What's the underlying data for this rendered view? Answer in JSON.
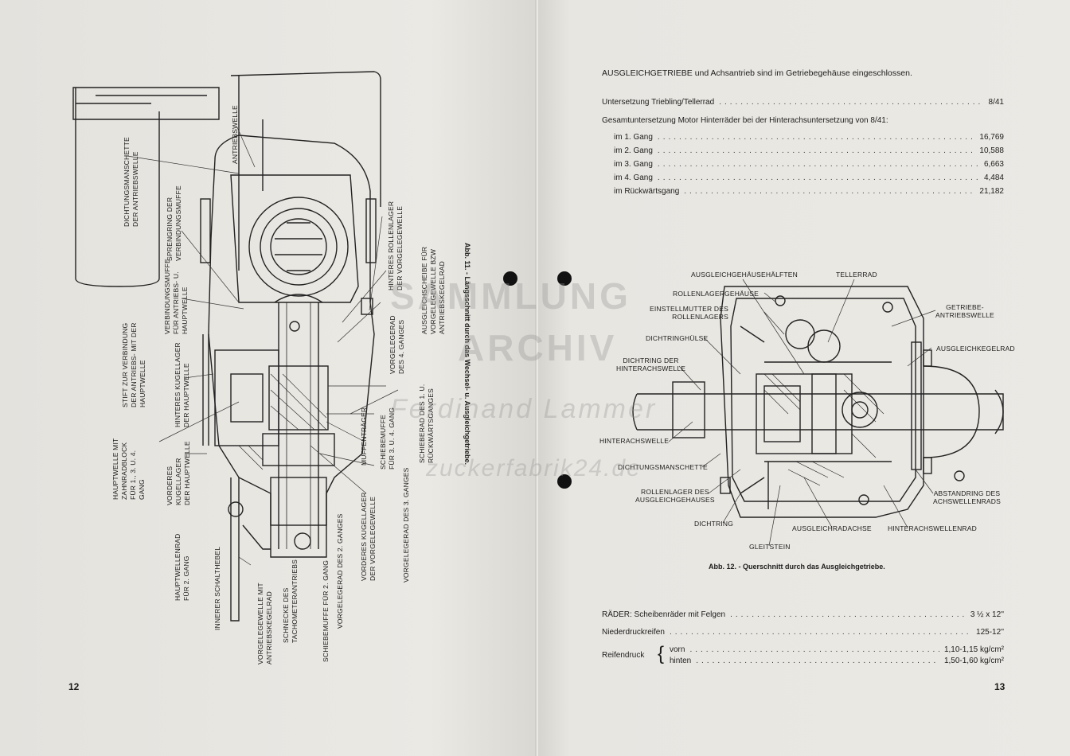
{
  "left": {
    "page_number": "12",
    "caption": "Abb. 11. - Längsschnitt durch das Wechsel- u. Ausgleichgetriebe.",
    "labels": {
      "antriebswelle": "ANTRIEBSWELLE",
      "dichtungsmanschette_1": "DICHTUNGSMANSCHETTE",
      "dichtungsmanschette_2": "DER ANTRIEBSWELLE",
      "sprengring_1": "SPRENGRING DER",
      "sprengring_2": "VERBINDUNGSMUFFE",
      "verbindungsmuffe_1": "VERBINDUNGSMUFFE",
      "verbindungsmuffe_2": "FÜR ANTRIEBS- U.",
      "verbindungsmuffe_3": "HAUPTWELLE",
      "stift_1": "STIFT ZUR VERBINDUNG",
      "stift_2": "DER ANTRIEBS- MIT DER",
      "stift_3": "HAUPTWELLE",
      "hinteres_kugellager_1": "HINTERES KUGELLAGER",
      "hinteres_kugellager_2": "DER HAUPTWELLE",
      "hauptwelle_1": "HAUPTWELLE MIT",
      "hauptwelle_2": "ZAHNRADBLOCK",
      "hauptwelle_3": "FÜR 1., 3. U. 4.",
      "hauptwelle_4": "GANG",
      "vorderes_kugellager_1": "VORDERES",
      "vorderes_kugellager_2": "KUGELLAGER",
      "vorderes_kugellager_3": "DER HAUPTWELLE",
      "hauptwellenrad_1": "HAUPTWELLENRAD",
      "hauptwellenrad_2": "FÜR 2. GANG",
      "schalthebel": "INNERER SCHALTHEBEL",
      "vorgelegewelle_1": "VORGELEGEWELLE MIT",
      "vorgelegewelle_2": "ANTRIEBSKEGELRAD",
      "schnecke_1": "SCHNECKE DES",
      "schnecke_2": "TACHOMETERANTRIEBS",
      "schiebemuffe_2_gang": "SCHIEBEMUFFE FÜR 2. GANG",
      "vorgelegerad_2_gang": "VORGELEGERAD DES 2. GANGES",
      "vorderes_kugellager_vg_1": "VORDERES KUGELLAGER",
      "vorderes_kugellager_vg_2": "DER VORGELEGEWELLE",
      "vorgelegerad_3_gang": "VORGELEGERAD DES 3. GANGES",
      "muffentraeger": "MUFFENTRÄGER",
      "schiebemuffe_1": "SCHIEBEMUFFE",
      "schiebemuffe_2": "FÜR 3. U. 4. GANG",
      "schieberad_1": "SCHIEBERAD DES 1. U.",
      "schieberad_2": "RÜCKWÄRTSGANGES",
      "vorgelegerad_4_1": "VORGELEGERAD",
      "vorgelegerad_4_2": "DES 4. GANGES",
      "hinteres_rollenlager_1": "HINTERES ROLLENLAGER",
      "hinteres_rollenlager_2": "DER VORGELEGEWELLE",
      "ausgleichscheibe_1": "AUSGLEICHSCHEIBE FÜR",
      "ausgleichscheibe_2": "VORGELEGEWELLE BZW",
      "ausgleichscheibe_3": "ANTRIEBSKEGELRAD"
    }
  },
  "right": {
    "page_number": "13",
    "intro": "AUSGLEICHGETRIEBE und Achsantrieb sind im Getriebegehäuse eingeschlossen.",
    "untersetzung": {
      "label": "Untersetzung Triebling/Tellerrad",
      "value": "8/41"
    },
    "gesamt_heading": "Gesamtuntersetzung Motor Hinterräder bei der Hinterachsuntersetzung von 8/41:",
    "gears": [
      {
        "label": "im 1. Gang",
        "value": "16,769"
      },
      {
        "label": "im 2. Gang",
        "value": "10,588"
      },
      {
        "label": "im 3. Gang",
        "value": "6,663"
      },
      {
        "label": "im 4. Gang",
        "value": "4,484"
      },
      {
        "label": "im Rückwärtsgang",
        "value": "21,182"
      }
    ],
    "figure_caption": "Abb. 12. - Querschnitt durch das Ausgleichgetriebe.",
    "labels": {
      "ausgleichgehaeusehaelften": "AUSGLEICHGEHÄUSEHÄLFTEN",
      "tellerrad": "TELLERRAD",
      "rollenlagergehaeuse": "ROLLENLAGERGEHÄUSE",
      "einstellmutter_1": "EINSTELLMUTTER DES",
      "einstellmutter_2": "ROLLENLAGERS",
      "getriebe_1": "GETRIEBE-",
      "getriebe_2": "ANTRIEBSWELLE",
      "dichtringhuelse": "DICHTRINGHÜLSE",
      "ausgleichkegelrad": "AUSGLEICHKEGELRAD",
      "dichtring_hinterachswelle_1": "DICHTRING DER",
      "dichtring_hinterachswelle_2": "HINTERACHSWELLE",
      "hinterachswelle": "HINTERACHSWELLE",
      "dichtungsmanschette": "DICHTUNGSMANSCHETTE",
      "rollenlager_1": "ROLLENLAGER DES",
      "rollenlager_2": "AUSGLEICHGEHAUSES",
      "abstandring_1": "ABSTANDRING DES",
      "abstandring_2": "ACHSWELLENRADS",
      "dichtring": "DICHTRING",
      "ausgleichradachse": "AUSGLEICHRADACHSE",
      "hinterachswellenrad": "HINTERACHSWELLENRAD",
      "gleitstein": "GLEITSTEIN"
    },
    "raeder": {
      "label": "RÄDER: Scheibenräder mit Felgen",
      "value": "3 ½ x 12''"
    },
    "reifen": {
      "label": "Niederdruckreifen",
      "value": "125-12''"
    },
    "reifendruck": {
      "label": "Reifendruck",
      "vorn_label": "vorn",
      "vorn_value": "1,10-1,15 kg/cm²",
      "hinten_label": "hinten",
      "hinten_value": "1,50-1,60 kg/cm²"
    },
    "watermark": {
      "line1": "SAMMLUNG",
      "line2": "ARCHIV",
      "line3": "Ferdinand Lammer",
      "line4": "zuckerfabrik24.de"
    }
  }
}
